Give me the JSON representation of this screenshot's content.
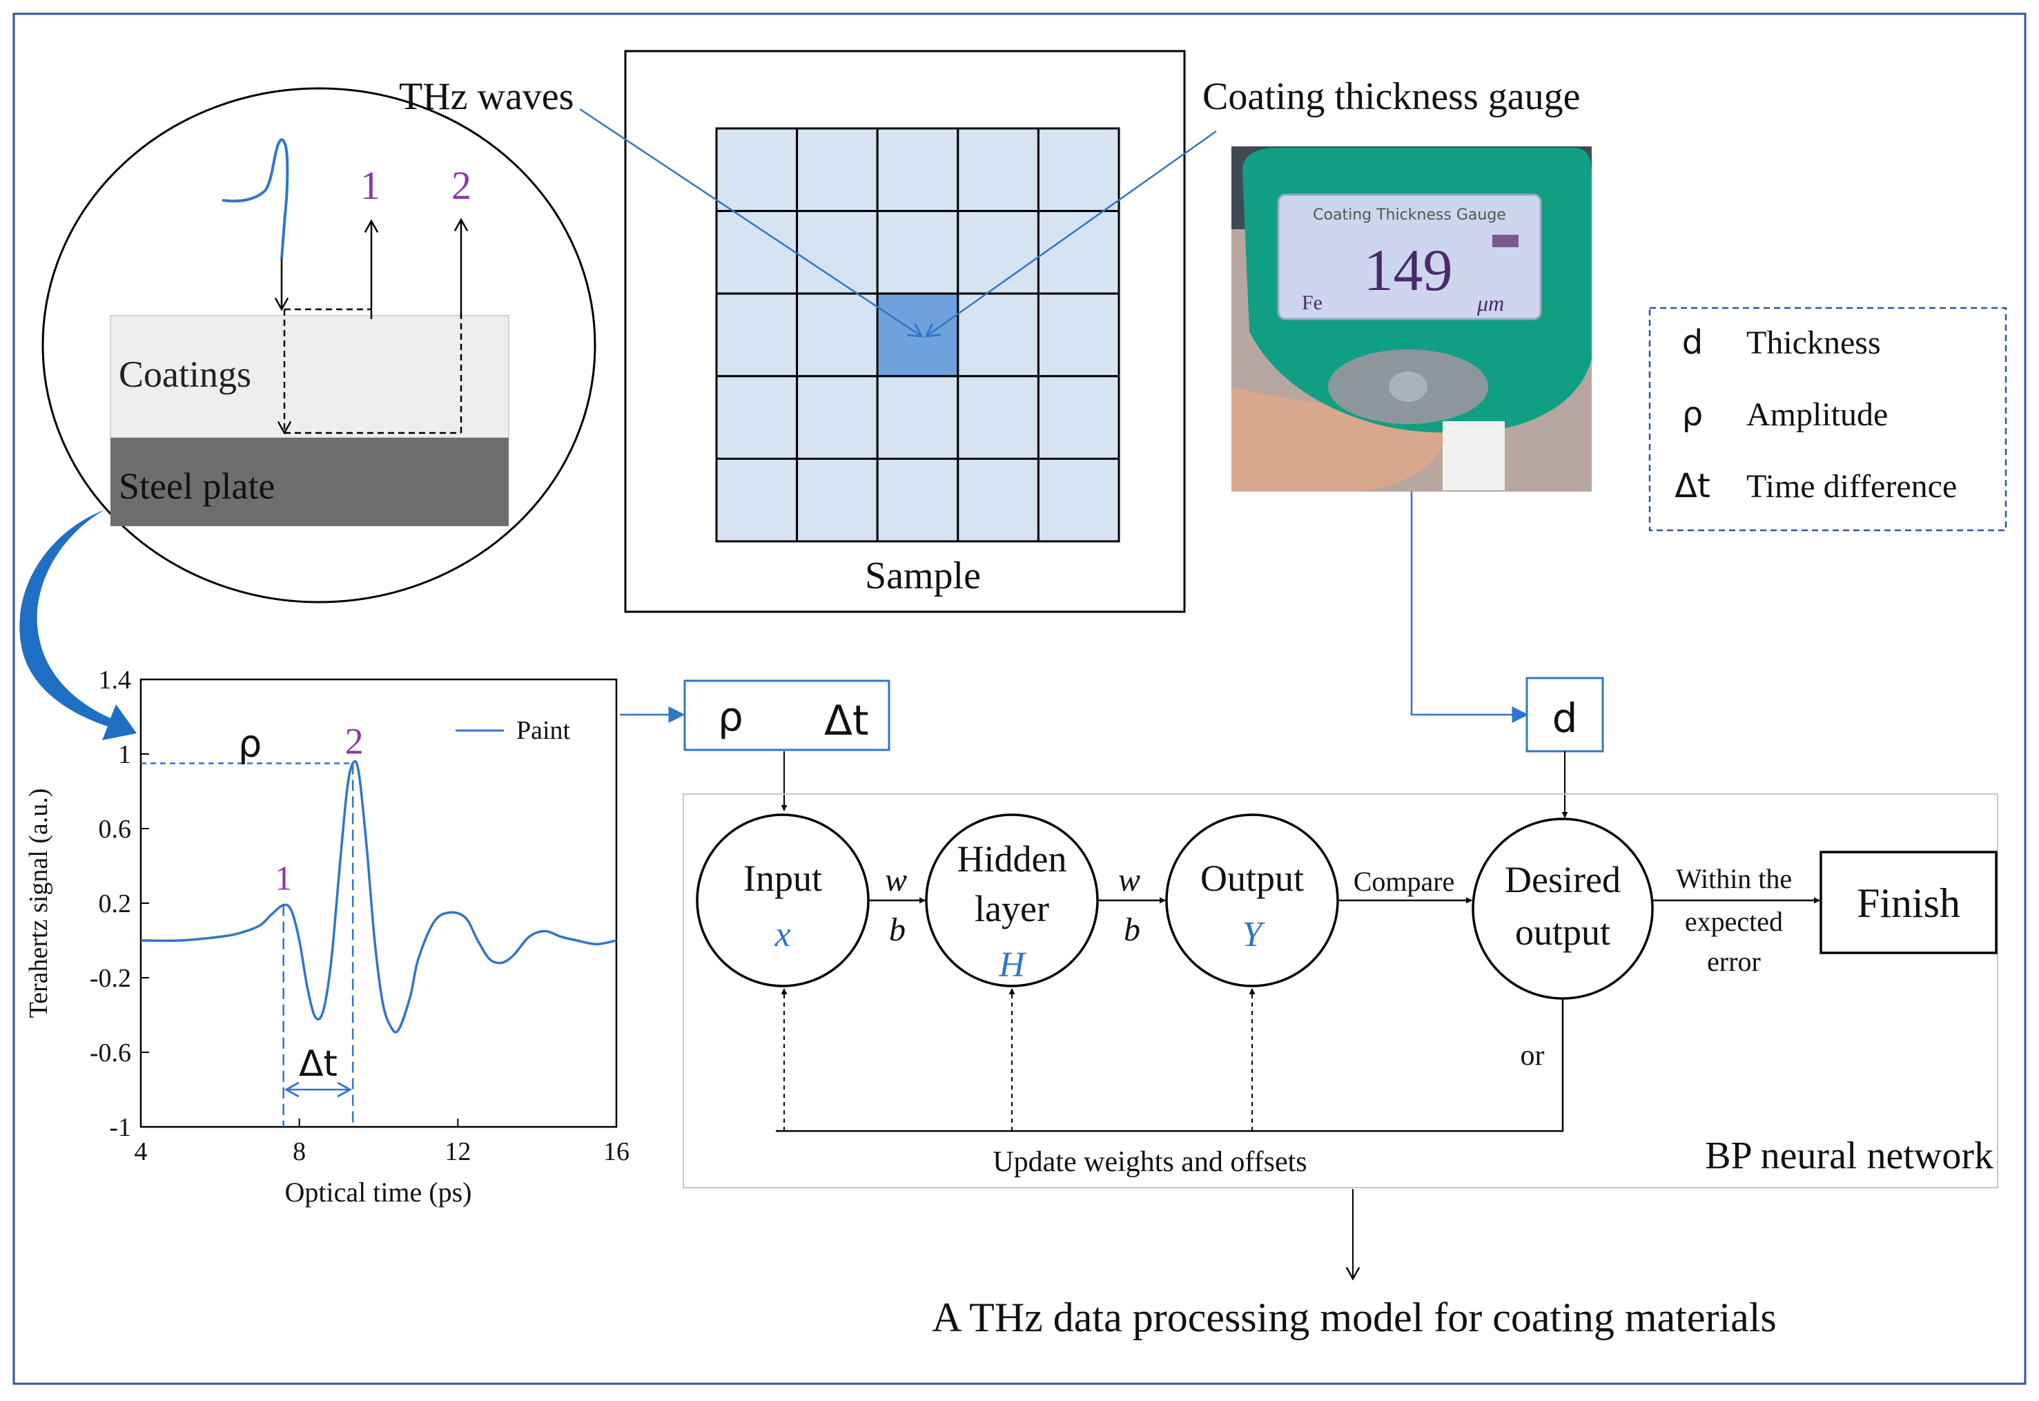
{
  "colors": {
    "frame": "#2f5597",
    "accent": "#2f76c9",
    "cell_fill": "#d6e3f3",
    "cell_center": "#6fa1dc",
    "label_purple": "#8a3aa6",
    "coating_fill": "#eeeeee",
    "steel_fill": "#6e6e6e",
    "device_green": "#119f83",
    "screen": "#cdd6ee",
    "wave_color": "#2f76c9"
  },
  "cross_section": {
    "coatings_label": "Coatings",
    "steel_label": "Steel plate",
    "reflection1": "1",
    "reflection2": "2"
  },
  "sample": {
    "thz_label": "THz waves",
    "caption": "Sample",
    "grid_rows": 5,
    "grid_cols": 5
  },
  "gauge": {
    "label": "Coating thickness gauge",
    "screen_title": "Coating Thickness Gauge",
    "reading": "149",
    "substrate": "Fe",
    "unit": "μm"
  },
  "legend": {
    "items": [
      {
        "symbol": "d",
        "text": "Thickness"
      },
      {
        "symbol": "ρ",
        "text": "Amplitude"
      },
      {
        "symbol": "Δt",
        "text": "Time difference"
      }
    ]
  },
  "chart_data": {
    "type": "line",
    "ylabel": "Terahertz signal (a.u.)",
    "xlabel": "Optical time (ps)",
    "xlim": [
      4,
      16
    ],
    "ylim": [
      -1,
      1.4
    ],
    "xticks": [
      "4",
      "8",
      "12",
      "16"
    ],
    "yticks": [
      "1.4",
      "1",
      "0.6",
      "0.2",
      "-0.2",
      "-0.6",
      "-1"
    ],
    "series": [
      {
        "name": "Paint",
        "x": [
          4.0,
          5.0,
          6.0,
          6.5,
          7.0,
          7.3,
          7.6,
          7.8,
          8.0,
          8.2,
          8.4,
          8.6,
          8.8,
          9.0,
          9.2,
          9.35,
          9.5,
          9.7,
          9.9,
          10.1,
          10.3,
          10.5,
          10.8,
          11.0,
          11.4,
          11.8,
          12.2,
          12.5,
          12.8,
          13.1,
          13.4,
          13.8,
          14.2,
          14.6,
          15.0,
          15.5,
          16.0
        ],
        "y": [
          0.0,
          0.0,
          0.02,
          0.04,
          0.08,
          0.14,
          0.19,
          0.16,
          0.0,
          -0.25,
          -0.41,
          -0.38,
          -0.12,
          0.35,
          0.8,
          0.95,
          0.9,
          0.5,
          0.0,
          -0.33,
          -0.46,
          -0.48,
          -0.3,
          -0.1,
          0.1,
          0.15,
          0.12,
          0.0,
          -0.1,
          -0.12,
          -0.08,
          0.02,
          0.05,
          0.02,
          0.0,
          -0.02,
          0.0
        ]
      }
    ],
    "annotations": {
      "peak1": "1",
      "peak2": "2",
      "amplitude": "ρ",
      "delta_t": "Δt"
    },
    "grid": false,
    "legend_position": "top-right"
  },
  "inputs": {
    "rho": "ρ",
    "dt": "Δt",
    "d": "d"
  },
  "network": {
    "title": "BP neural network",
    "input_label": "Input",
    "input_var": "x",
    "hidden_label1": "Hidden",
    "hidden_label2": "layer",
    "hidden_var": "H",
    "output_label": "Output",
    "output_var": "Y",
    "desired_label1": "Desired",
    "desired_label2": "output",
    "weight": "w",
    "bias": "b",
    "compare": "Compare",
    "within1": "Within the",
    "within2": "expected",
    "within3": "error",
    "or_label": "or",
    "update": "Update weights and offsets",
    "finish": "Finish"
  },
  "footer": {
    "caption": "A THz data processing model for coating materials"
  }
}
